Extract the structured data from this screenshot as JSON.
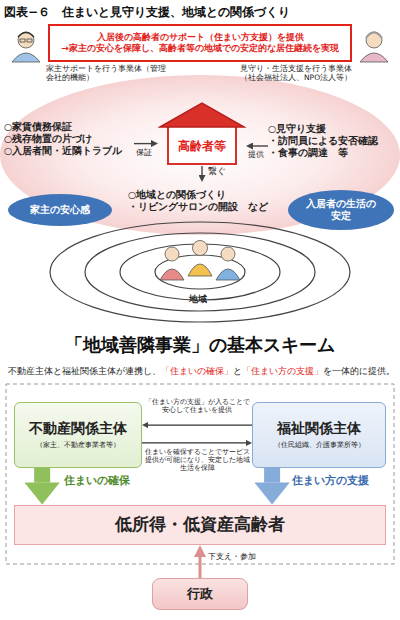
{
  "diagram": {
    "title": "図表−６　住まいと見守り支援、地域との関係づくり",
    "nodes": [
      {
        "text": [
          "入居後の高齢者のサポート（住まい方支援）を提供",
          "→家主の安心を保障し、高齢者等の地域での安定的な居住継続を実現"
        ]
      },
      {
        "text": [
          "○家賃債務保証",
          "○残存物置の片づけ",
          "○入居者間・近隣トラブル"
        ]
      },
      {
        "text": [
          "高齢者等"
        ]
      },
      {
        "text": [
          "○見守り支援",
          "・訪問員による安否確認",
          "・食事の調達　等"
        ]
      },
      {
        "text": [
          "家主の安心感"
        ]
      },
      {
        "text": [
          "入居者の生活の安定"
        ]
      },
      {
        "text": [
          "○地域との関係づくり",
          "・リビングサロンの開設　など"
        ]
      },
      {
        "text": [
          "不動産関係主体",
          "（家主、不動産事業者等）"
        ]
      },
      {
        "text": [
          "福祉関係主体",
          "（住民組織、介護事業所等）"
        ]
      },
      {
        "text": [
          "低所得・低資産高齢者"
        ]
      },
      {
        "text": [
          "行政"
        ]
      }
    ],
    "edges": [
      {
        "from": 1,
        "to": 2,
        "label": "保証",
        "arrow": "to"
      },
      {
        "from": 3,
        "to": 2,
        "label": "提供",
        "arrow": "to"
      },
      {
        "from": 2,
        "to": 6,
        "label": "繋ぐ",
        "arrow": "to"
      },
      {
        "from": 8,
        "to": 7,
        "label": "「住まい方の支援」が入ることで安心して住まいを提供",
        "arrow": "to"
      },
      {
        "from": 7,
        "to": 8,
        "label": "住まいを確保することでサービス提供が可能になり、安定した地域生活を保障",
        "arrow": "to"
      },
      {
        "from": 7,
        "to": 9,
        "label": "住まいの確保",
        "arrow": "to"
      },
      {
        "from": 8,
        "to": 9,
        "label": "住まい方の支援",
        "arrow": "to"
      },
      {
        "from": 10,
        "to": 9,
        "label": "下支え・参加",
        "arrow": "to"
      }
    ],
    "labels": [
      "家主サポートを行う事業体（管理会社的機能）",
      "見守り・生活支援を行う事業体（社会福祉法人、NPO法人等）",
      "地域",
      "「地域善隣事業」の基本スキーム",
      "不動産主体と福祉関係主体が連携し、",
      "「住まいの確保」",
      "と",
      "「住まい方の支援」",
      "を一体的に提供。"
    ]
  }
}
